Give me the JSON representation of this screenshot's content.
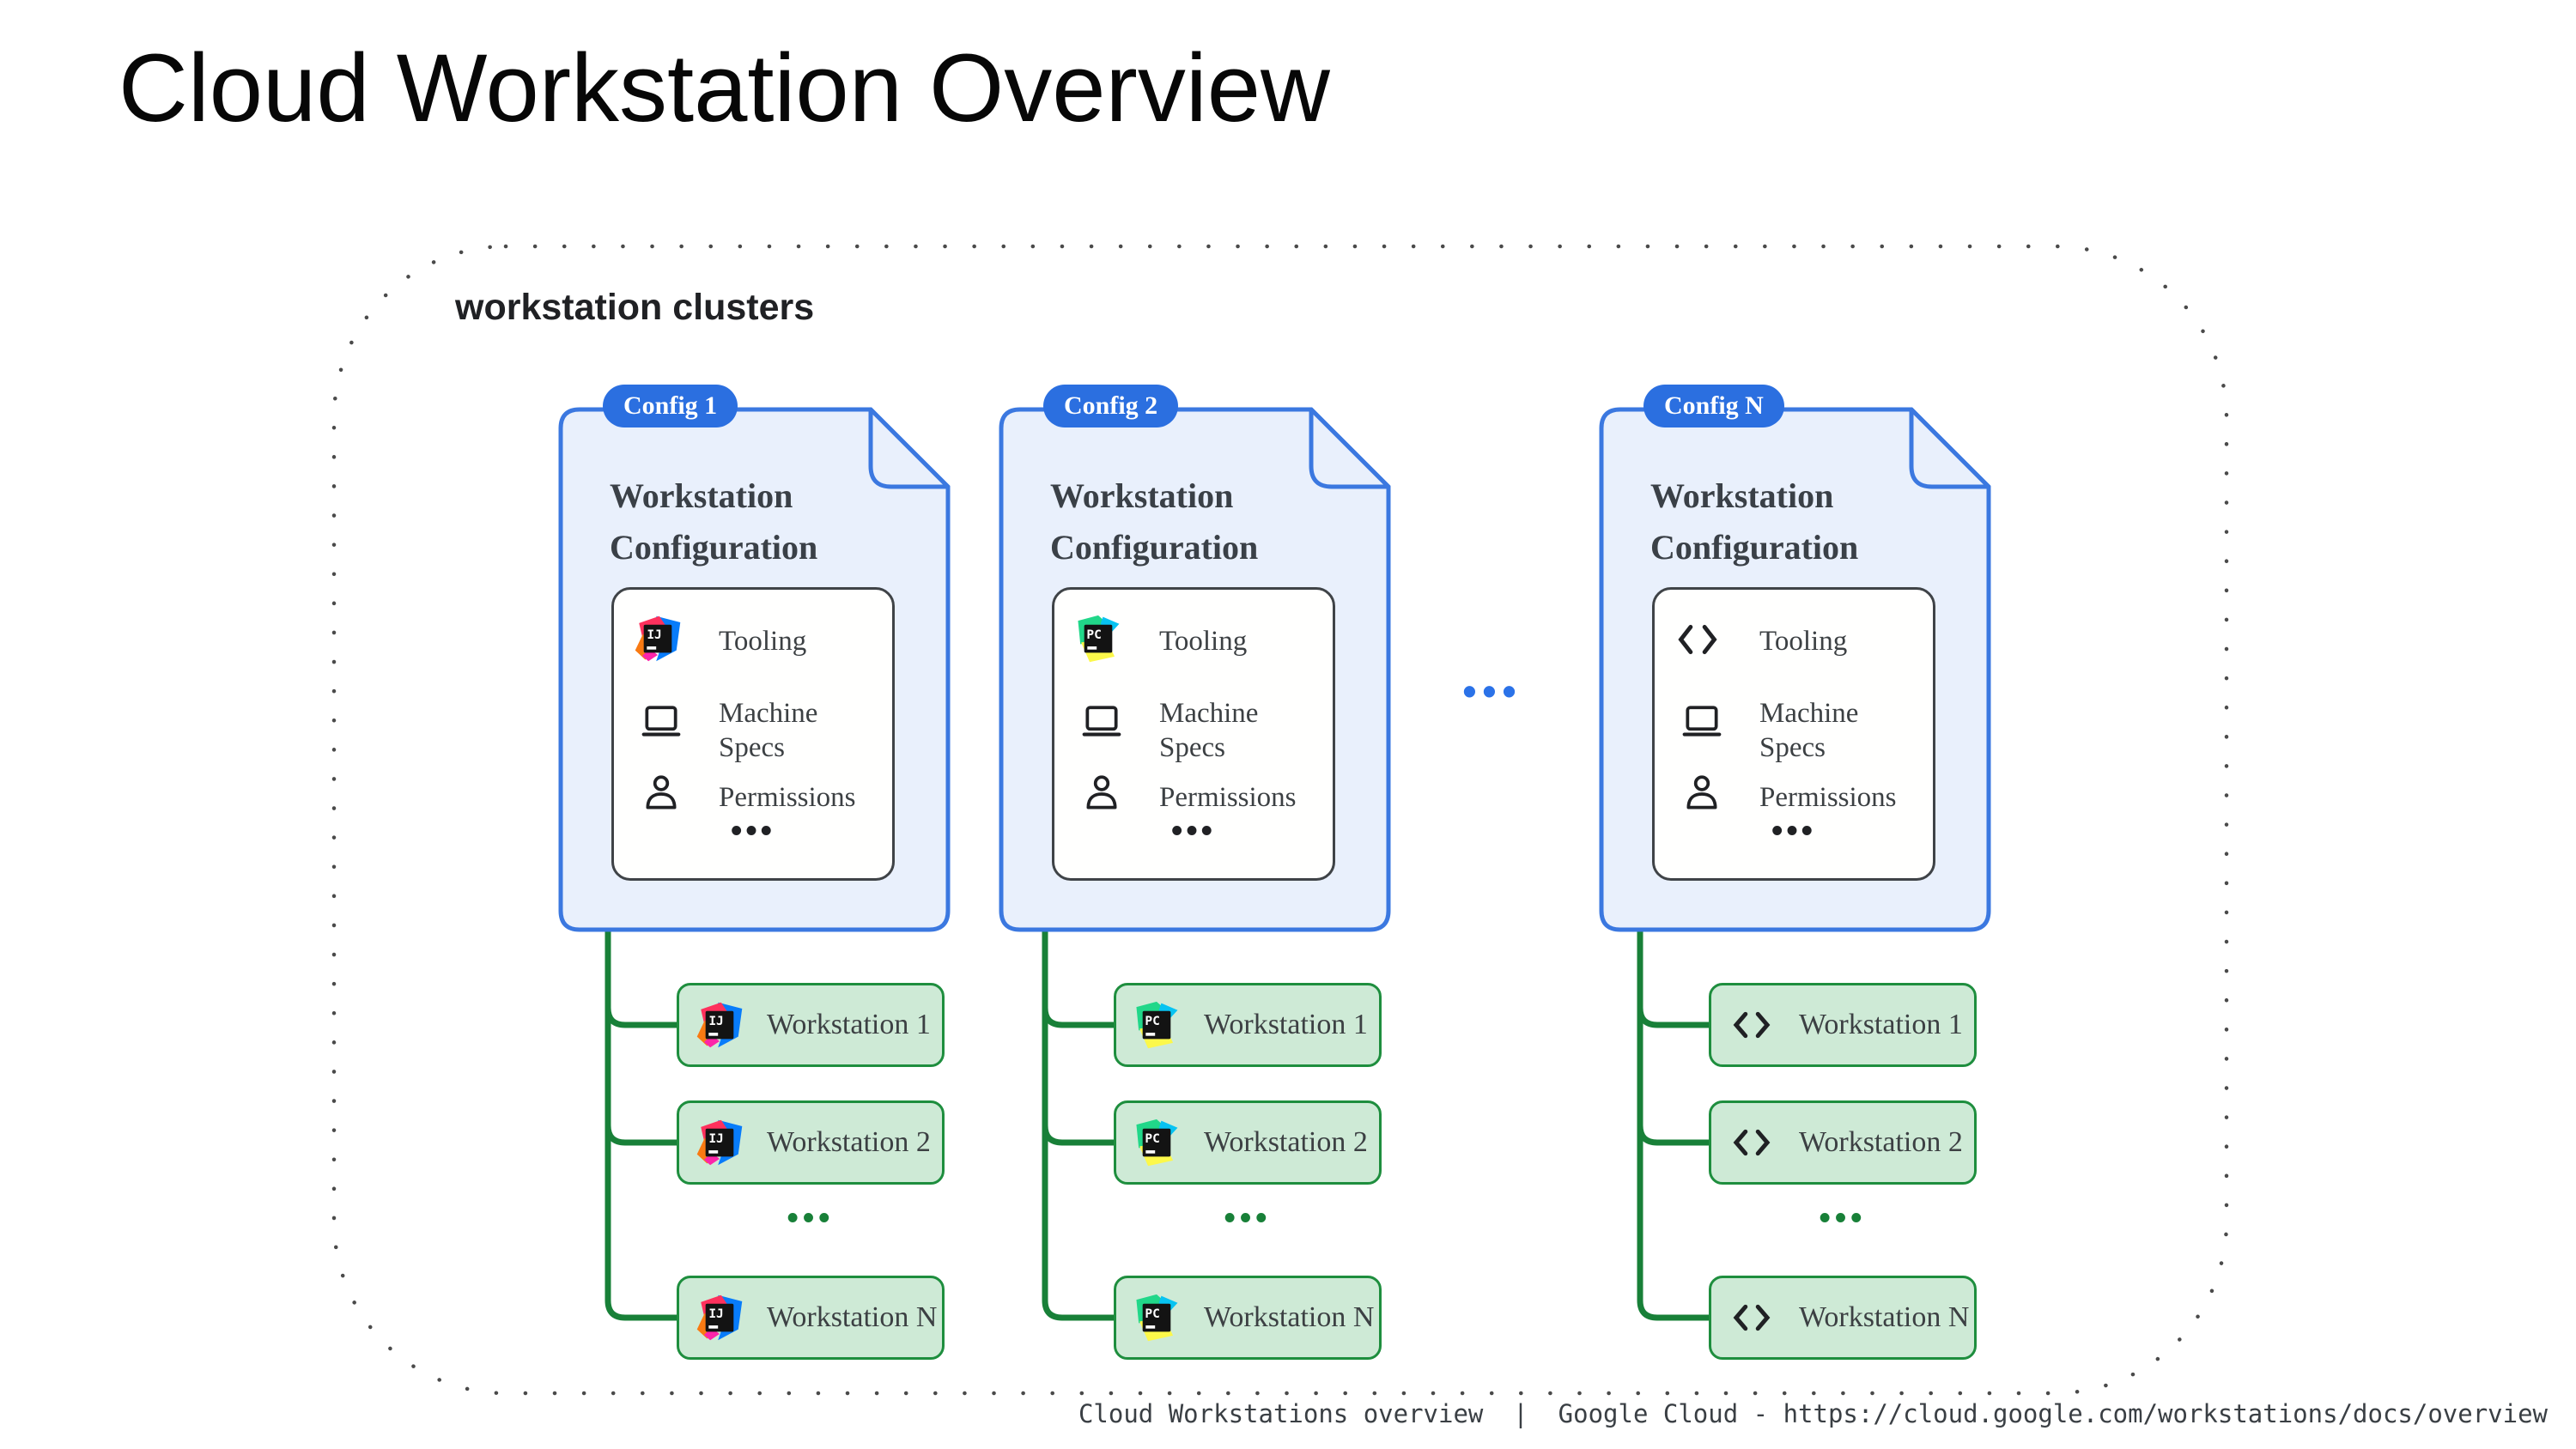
{
  "page_title": "Cloud Workstation Overview",
  "cluster_label": "workstation clusters",
  "card_heading": "Workstation Configuration",
  "features": {
    "tooling": "Tooling",
    "machine_specs": "Machine Specs",
    "permissions": "Permissions"
  },
  "configs": [
    {
      "badge": "Config 1",
      "tool_icon": "intellij-idea-icon",
      "tool_letters": "IJ",
      "workstations": [
        "Workstation 1",
        "Workstation 2",
        "Workstation N"
      ]
    },
    {
      "badge": "Config 2",
      "tool_icon": "pycharm-icon",
      "tool_letters": "PC",
      "workstations": [
        "Workstation 1",
        "Workstation 2",
        "Workstation N"
      ]
    },
    {
      "badge": "Config N",
      "tool_icon": "code-icon",
      "tool_letters": "",
      "workstations": [
        "Workstation 1",
        "Workstation 2",
        "Workstation N"
      ]
    }
  ],
  "ellipsis": {
    "card_items": "•••",
    "between_configs": "•••",
    "between_workstations": "•••"
  },
  "footer": "Cloud Workstations overview  |  Google Cloud - https://cloud.google.com/workstations/docs/overview",
  "colors": {
    "card_border_blue": "#3b78e0",
    "badge_blue": "#2b6fe0",
    "card_bg_blue": "#e9f0fc",
    "workstation_green_border": "#1e8e3e",
    "workstation_green_bg": "#ceead6",
    "connector_green": "#188038",
    "ellipsis_blue": "#2b72e8",
    "ink": "#3c4043"
  }
}
